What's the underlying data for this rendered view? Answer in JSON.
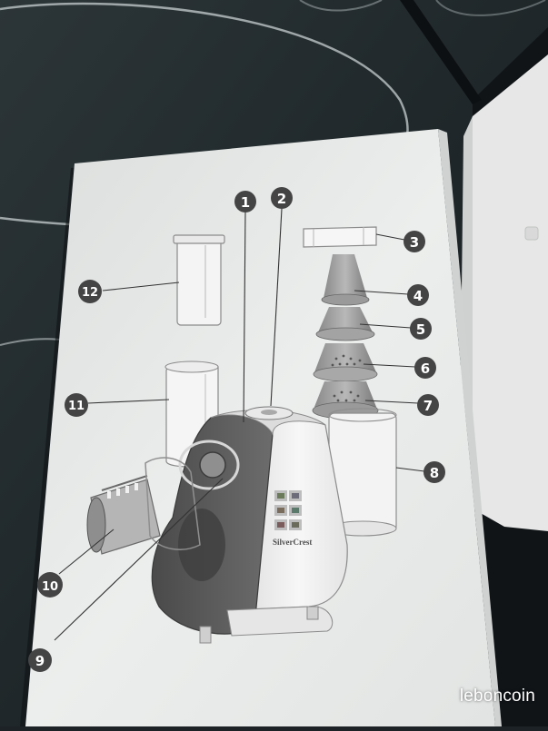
{
  "photo": {
    "subject": "instruction-manual-page",
    "callouts": [
      "1",
      "2",
      "3",
      "4",
      "5",
      "6",
      "7",
      "8",
      "9",
      "10",
      "11",
      "12"
    ],
    "brand_label": "SilverCrest",
    "watermark": "leboncoin"
  },
  "colors": {
    "table": "#1c2226",
    "paper": "#e8e9e8",
    "callout_fill": "#4a4a4a",
    "appliance_dark": "#5a5a5a",
    "appliance_light": "#f2f2f2"
  }
}
